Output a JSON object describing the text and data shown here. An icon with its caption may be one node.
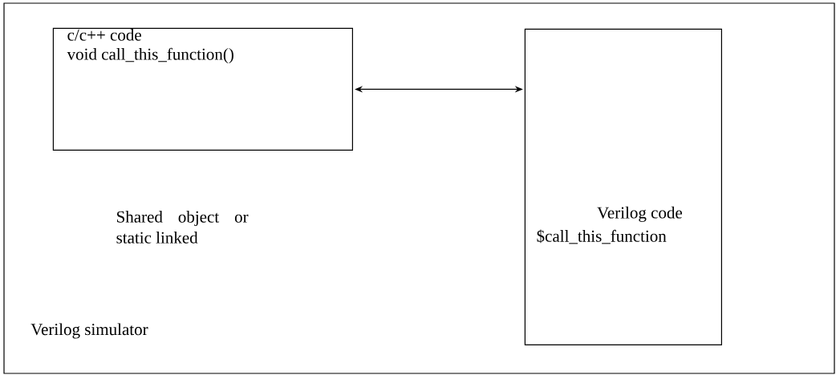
{
  "diagram": {
    "nodes": [
      {
        "text": [
          "Verilog simulator"
        ]
      },
      {
        "text": [
          "c/c++ code",
          "void call_this_function()"
        ],
        "in": 0,
        "beside": [
          "Shared object or static linked"
        ]
      },
      {
        "text": [
          "Verilog code",
          "$call_this_function"
        ],
        "in": 0
      }
    ],
    "edges": [
      {
        "from": 1,
        "to": 2,
        "arrow": "both"
      }
    ]
  }
}
